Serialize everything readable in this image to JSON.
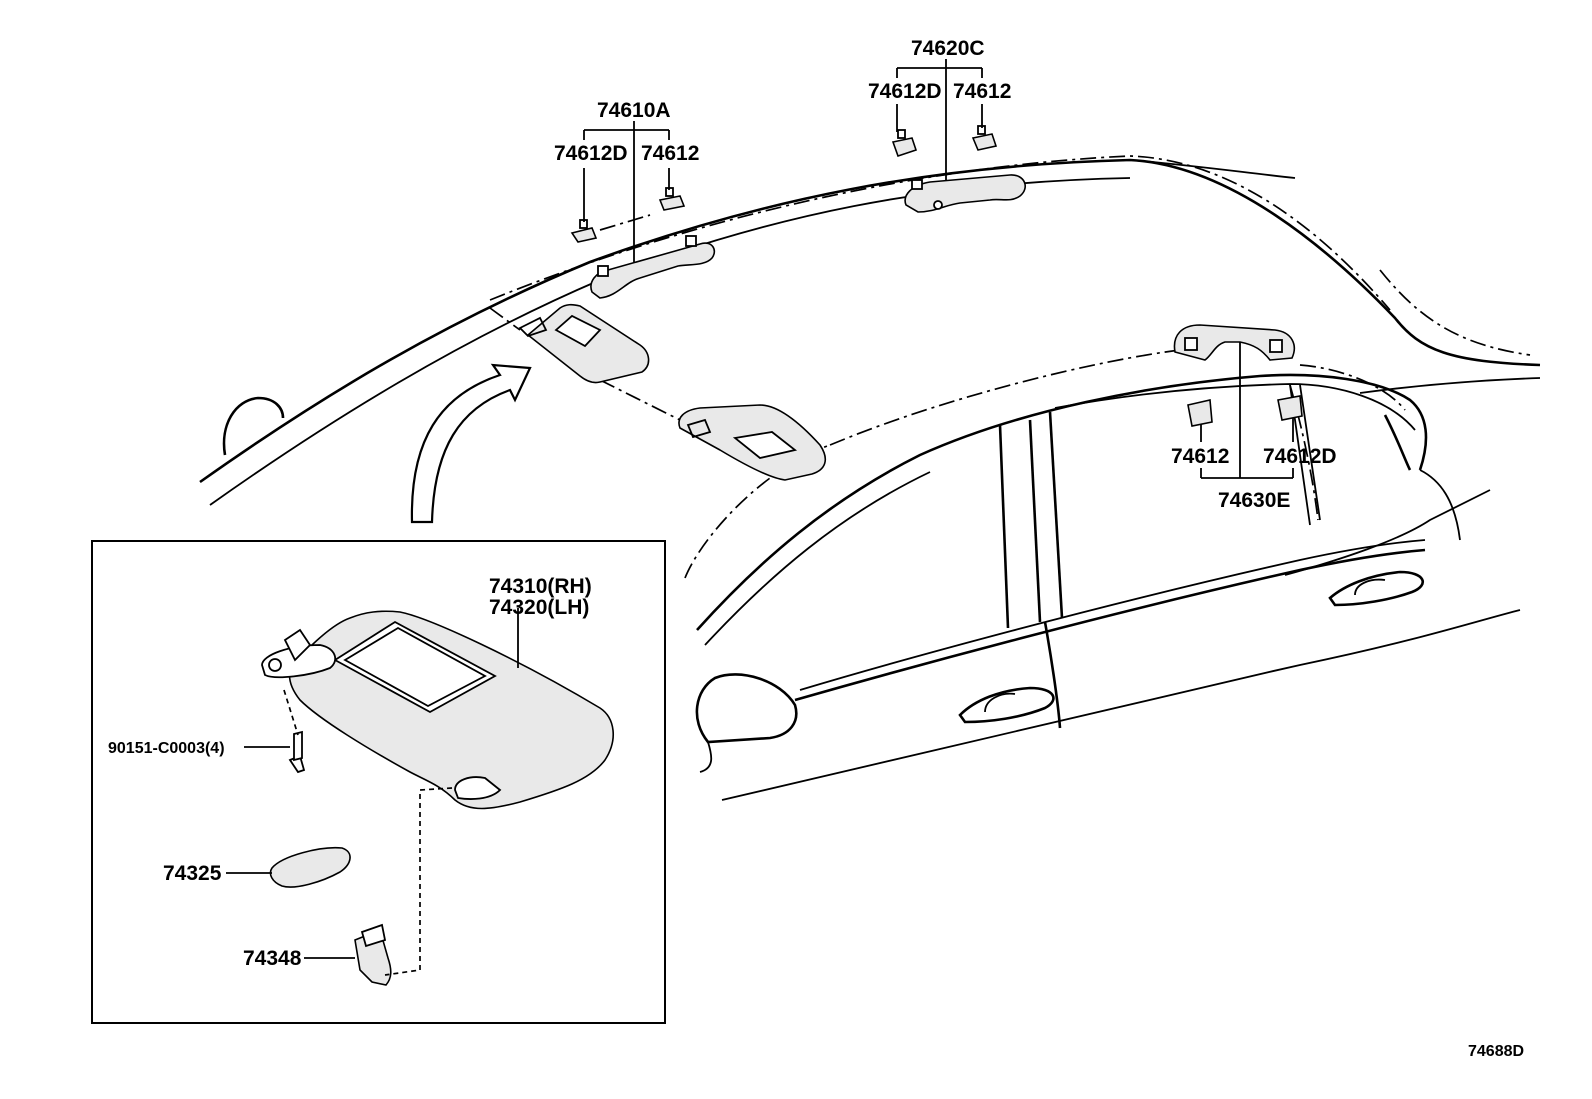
{
  "diagram": {
    "labels": {
      "assist_grip_front": "74610A",
      "front_clip_d": "74612D",
      "front_clip": "74612",
      "assist_grip_center": "74620C",
      "center_clip_d": "74612D",
      "center_clip": "74612",
      "rear_clip": "74612",
      "rear_clip_d": "74612D",
      "assist_grip_rear": "74630E",
      "visor_rh": "74310(RH)",
      "visor_lh": "74320(LH)",
      "screw": "90151-C0003(4)",
      "mirror_cover": "74325",
      "visor_holder": "74348",
      "diagram_code": "74688D"
    }
  }
}
